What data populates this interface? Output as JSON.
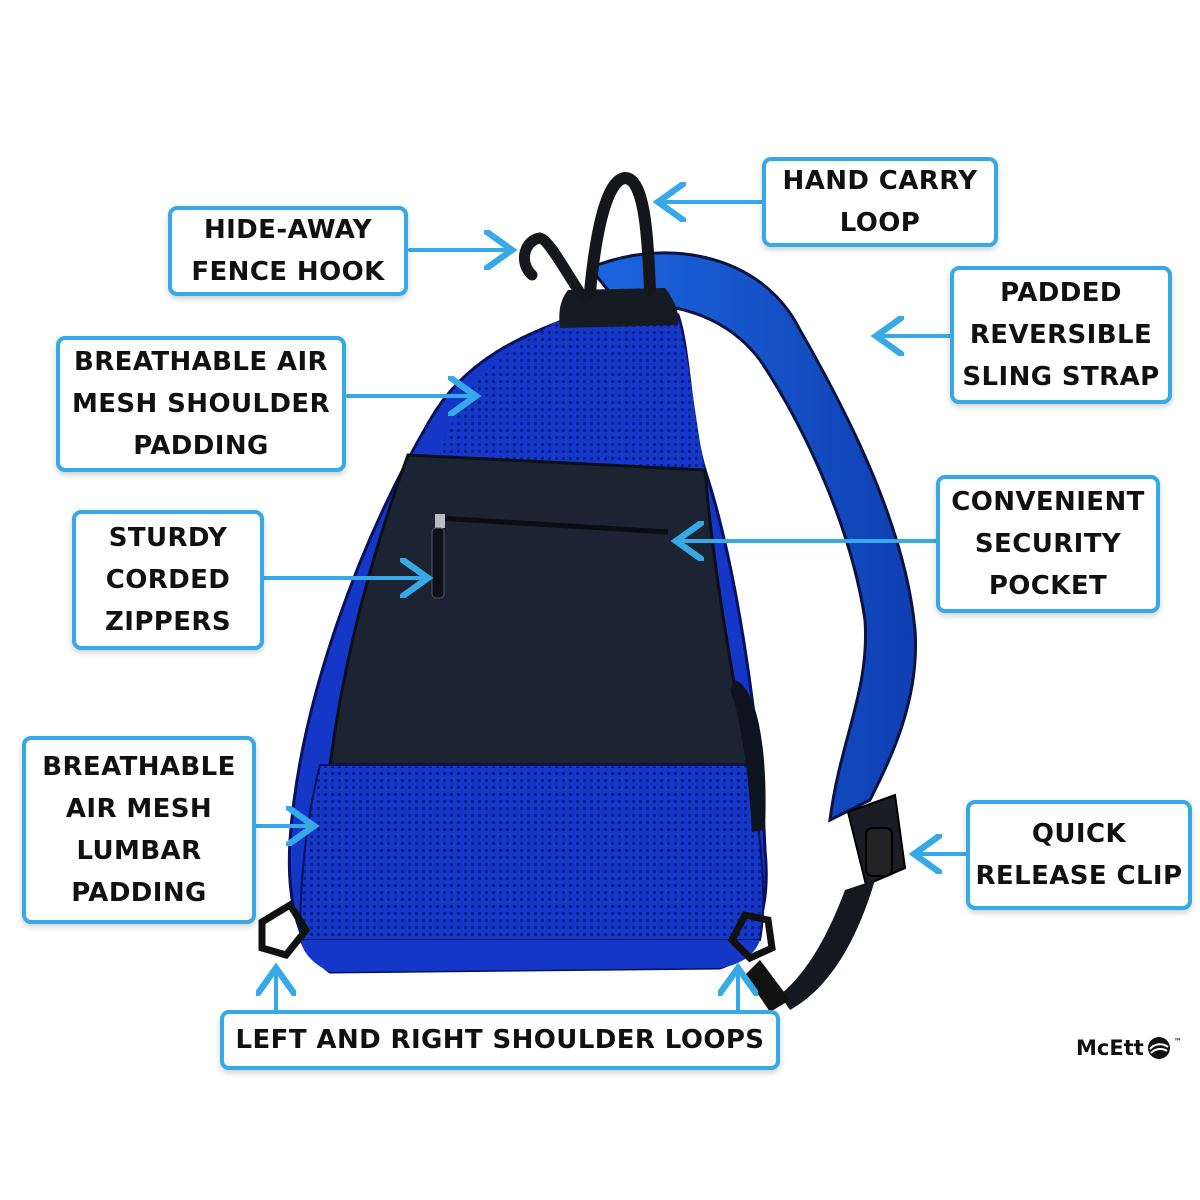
{
  "colors": {
    "accent": "#36a9e6",
    "bag_blue": "#1537c8",
    "bag_dark": "#1c2333",
    "strap_blue": "#1b5fd6"
  },
  "callouts": {
    "hand_carry": [
      "HAND CARRY",
      "LOOP"
    ],
    "fence_hook": [
      "HIDE-AWAY",
      "FENCE HOOK"
    ],
    "sling_strap": [
      "PADDED",
      "REVERSIBLE",
      "SLING STRAP"
    ],
    "shoulder_padding": [
      "BREATHABLE AIR",
      "MESH SHOULDER",
      "PADDING"
    ],
    "security_pocket": [
      "CONVENIENT",
      "SECURITY",
      "POCKET"
    ],
    "zippers": [
      "STURDY",
      "CORDED",
      "ZIPPERS"
    ],
    "lumbar_padding": [
      "BREATHABLE",
      "AIR MESH",
      "LUMBAR",
      "PADDING"
    ],
    "release_clip": [
      "QUICK",
      "RELEASE CLIP"
    ],
    "shoulder_loops": [
      "LEFT AND RIGHT SHOULDER LOOPS"
    ]
  },
  "brand": {
    "name": "McEtt",
    "tm": "™",
    "icon": "globe-swirl-icon"
  }
}
